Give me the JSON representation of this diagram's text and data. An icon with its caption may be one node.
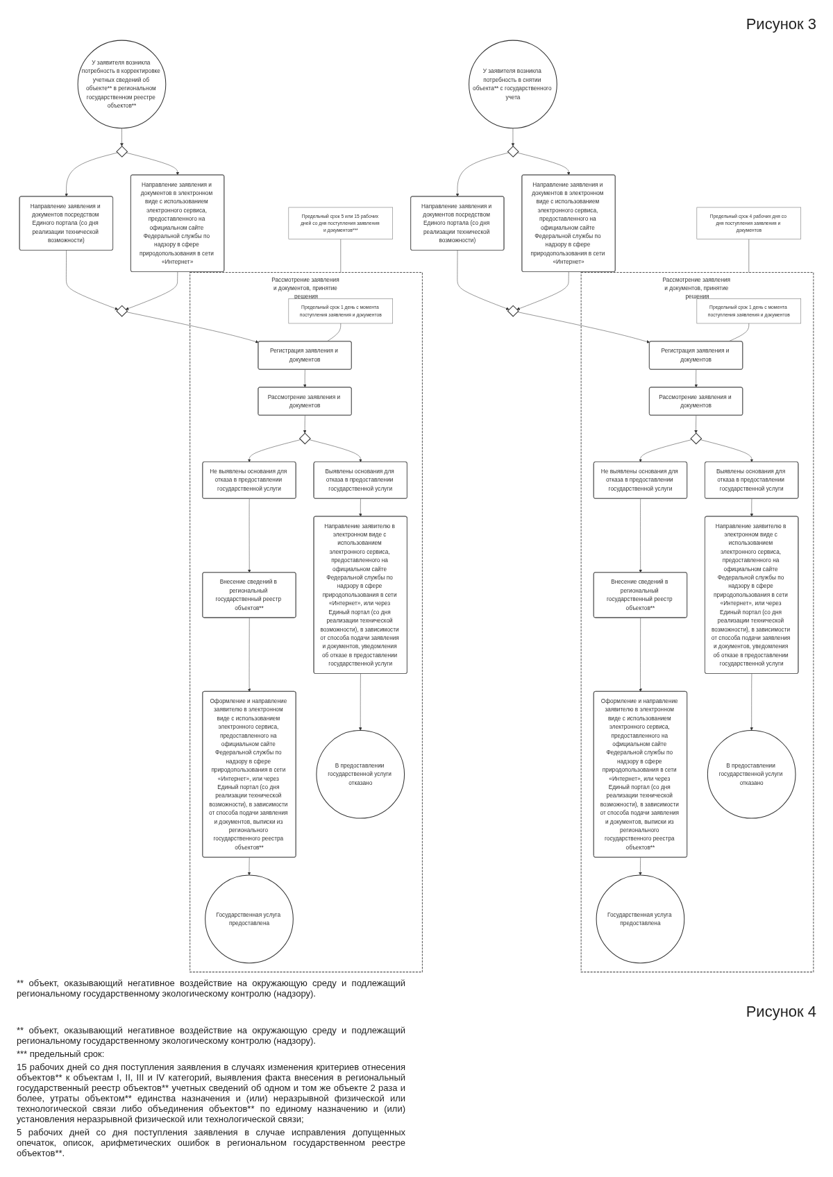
{
  "diagram": {
    "nodes": [
      {
        "text": [
          "У заявителя возникла потребность в снятии объекта** с государственного учета"
        ]
      },
      {
        "text": [],
        "shape": "diamond"
      },
      {
        "text": [
          "Направление заявления и документов посредством Единого портала (со дня реализации технической возможности)"
        ]
      },
      {
        "text": [
          "Направление заявления и документов в электронном виде с использованием электронного сервиса, предоставленного на официальном сайте Федеральной службы по надзору в сфере природопользования в сети «Интернет»"
        ]
      },
      {
        "text": [],
        "shape": "diamond"
      },
      {
        "text": [
          "Предельный срок 4 рабочих дня со дня поступления заявления и документов"
        ]
      },
      {
        "text": [
          "Рассмотрение заявления и документов, принятие решения"
        ]
      },
      {
        "text": [
          "Предельный срок 1 день с момента поступления заявления и документов"
        ],
        "in": 6
      },
      {
        "text": [
          "Регистрация заявления и документов"
        ],
        "in": 6
      },
      {
        "text": [
          "Рассмотрение заявления и документов"
        ],
        "in": 6
      },
      {
        "text": [],
        "shape": "diamond",
        "in": 6
      },
      {
        "text": [
          "Не выявлены основания для отказа в предоставлении государственной услуги"
        ],
        "in": 6
      },
      {
        "text": [
          "Выявлены основания для отказа в предоставлении государственной услуги"
        ],
        "in": 6
      },
      {
        "text": [
          "Внесение сведений в региональный государственный реестр объектов**"
        ],
        "in": 6
      },
      {
        "text": [
          "Направление заявителю в электронном виде с использованием электронного сервиса, предоставленного на официальном сайте Федеральной службы по надзору в сфере природопользования в сети «Интернет», или через Единый портал (со дня реализации технической возможности), в зависимости от способа подачи заявления и документов, уведомления об отказе в предоставлении государственной услуги"
        ],
        "in": 6
      },
      {
        "text": [
          "Оформление и направление заявителю в электронном виде с использованием электронного сервиса, предоставленного на официальном сайте Федеральной службы по надзору в сфере природопользования в сети «Интернет», или через Единый портал (со дня реализации технической возможности), в зависимости от способа подачи заявления и документов, выписки из регионального государственного реестра объектов**"
        ],
        "in": 6
      },
      {
        "text": [
          "Государственная услуга предоставлена"
        ],
        "in": 6
      },
      {
        "text": [
          "В предоставлении государственной услуги отказано"
        ],
        "in": 6
      },
      {
        "text": [
          "У заявителя возникла потребность в корректировке учетных сведений об объекте** в региональном государственном реестре объектов**"
        ]
      },
      {
        "text": [],
        "shape": "diamond"
      },
      {
        "text": [
          "Направление заявления и документов посредством Единого портала (со дня реализации технической возможности)"
        ]
      },
      {
        "text": [
          "Направление заявления и документов в электронном виде с использованием электронного сервиса, предоставленного на официальном сайте Федеральной службы по надзору в сфере природопользования в сети «Интернет»"
        ]
      },
      {
        "text": [],
        "shape": "diamond"
      },
      {
        "text": [
          "Предельный срок 5 или 15 рабочих дней со дня поступления заявления и документов***"
        ]
      },
      {
        "text": [
          "Рассмотрение заявления и документов, принятие решения"
        ]
      },
      {
        "text": [
          "Предельный срок 1 день с момента поступления заявления и документов"
        ],
        "in": 24
      },
      {
        "text": [
          "Регистрация заявления и документов"
        ],
        "in": 24
      },
      {
        "text": [
          "Рассмотрение заявления и документов"
        ],
        "in": 24
      },
      {
        "text": [],
        "shape": "diamond",
        "in": 24
      },
      {
        "text": [
          "Не выявлены основания для отказа в предоставлении государственной услуги"
        ],
        "in": 24
      },
      {
        "text": [
          "Выявлены основания для отказа в предоставлении государственной услуги"
        ],
        "in": 24
      },
      {
        "text": [
          "Внесение сведений в региональный государственный реестр объектов**"
        ],
        "in": 24
      },
      {
        "text": [
          "Направление заявителю в электронном виде с использованием электронного сервиса, предоставленного на официальном сайте Федеральной службы по надзору в сфере природопользования в сети «Интернет», или через Единый портал (со дня реализации технической возможности), в зависимости от способа подачи заявления и документов, уведомления об отказе в предоставлении государственной услуги"
        ],
        "in": 24
      },
      {
        "text": [
          "Оформление и направление заявителю в электронном виде с использованием электронного сервиса, предоставленного на официальном сайте Федеральной службы по надзору в сфере природопользования в сети «Интернет», или через Единый портал (со дня реализации технической возможности), в зависимости от способа подачи заявления и документов, выписки из регионального государственного реестра объектов**"
        ],
        "in": 24
      },
      {
        "text": [
          "Государственная услуга предоставлена"
        ],
        "in": 24
      },
      {
        "text": [
          "В предоставлении государственной услуги отказано"
        ],
        "in": 24
      }
    ],
    "edges": [
      {
        "from": 0,
        "to": 1,
        "arrow": "to"
      },
      {
        "from": 1,
        "to": 2,
        "arrow": "to"
      },
      {
        "from": 1,
        "to": 3,
        "arrow": "to"
      },
      {
        "from": 2,
        "to": 4,
        "arrow": "to"
      },
      {
        "from": 3,
        "to": 4,
        "arrow": "to"
      },
      {
        "from": 4,
        "to": 8,
        "arrow": "to"
      },
      {
        "from": 5,
        "to": 6,
        "arrow": "none"
      },
      {
        "from": 7,
        "to": 8,
        "arrow": "none"
      },
      {
        "from": 8,
        "to": 9,
        "arrow": "to"
      },
      {
        "from": 9,
        "to": 10,
        "arrow": "to"
      },
      {
        "from": 10,
        "to": 11,
        "arrow": "to"
      },
      {
        "from": 10,
        "to": 12,
        "arrow": "to"
      },
      {
        "from": 11,
        "to": 13,
        "arrow": "to"
      },
      {
        "from": 12,
        "to": 14,
        "arrow": "to"
      },
      {
        "from": 13,
        "to": 15,
        "arrow": "to"
      },
      {
        "from": 15,
        "to": 16,
        "arrow": "to"
      },
      {
        "from": 14,
        "to": 17,
        "arrow": "to"
      },
      {
        "from": 18,
        "to": 19,
        "arrow": "to"
      },
      {
        "from": 19,
        "to": 20,
        "arrow": "to"
      },
      {
        "from": 19,
        "to": 21,
        "arrow": "to"
      },
      {
        "from": 20,
        "to": 22,
        "arrow": "to"
      },
      {
        "from": 21,
        "to": 22,
        "arrow": "to"
      },
      {
        "from": 22,
        "to": 26,
        "arrow": "to"
      },
      {
        "from": 23,
        "to": 24,
        "arrow": "none"
      },
      {
        "from": 25,
        "to": 26,
        "arrow": "none"
      },
      {
        "from": 26,
        "to": 27,
        "arrow": "to"
      },
      {
        "from": 27,
        "to": 28,
        "arrow": "to"
      },
      {
        "from": 28,
        "to": 29,
        "arrow": "to"
      },
      {
        "from": 28,
        "to": 30,
        "arrow": "to"
      },
      {
        "from": 29,
        "to": 31,
        "arrow": "to"
      },
      {
        "from": 30,
        "to": 32,
        "arrow": "to"
      },
      {
        "from": 31,
        "to": 33,
        "arrow": "to"
      },
      {
        "from": 33,
        "to": 34,
        "arrow": "to"
      },
      {
        "from": 32,
        "to": 35,
        "arrow": "to"
      }
    ],
    "labels": [
      "Рисунок 3",
      "** объект, оказывающий негативное воздействие на окружающую среду и подлежащий региональному государственному экологическому контролю (надзору).",
      "Рисунок 4",
      "** объект, оказывающий негативное воздействие на окружающую среду и подлежащий региональному государственному экологическому контролю (надзору).",
      "*** предельный срок:",
      "15 рабочих дней со дня поступления заявления в случаях изменения критериев отнесения объектов** к объектам I, II, III и IV категорий, выявления факта внесения в региональный государственный реестр объектов** учетных сведений об одном и том же объекте 2 раза и более, утраты объектом** единства назначения и (или) неразрывной физической или технологической связи либо объединения объектов** по единому назначению и (или) установления неразрывной физической или технологической связи;",
      "5 рабочих дней со дня поступления заявления в случае исправления допущенных опечаток, описок, арифметических ошибок в региональном государственном реестре объектов**."
    ]
  }
}
